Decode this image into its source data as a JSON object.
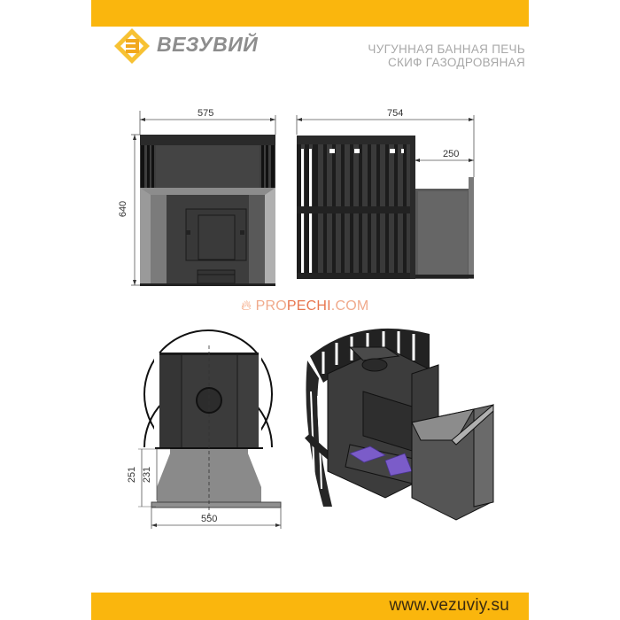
{
  "header": {
    "brand_name": "ВЕЗУВИЙ",
    "subtitle_line1": "ЧУГУННАЯ БАННАЯ ПЕЧЬ",
    "subtitle_line2": "СКИФ ГАЗОДРОВЯНАЯ",
    "accent_color": "#FAB60D"
  },
  "drawings": {
    "front_view": {
      "width_label": "575",
      "height_label": "640"
    },
    "side_view": {
      "depth_label": "754",
      "tunnel_label": "250"
    },
    "top_view": {
      "height_outer_label": "251",
      "height_inner_label": "231",
      "base_width_label": "550"
    },
    "isometric_view": {
      "grate_color": "#7b5cc9"
    }
  },
  "watermark": {
    "part1": "PRO",
    "part2": "PECHI",
    "part3": ".COM"
  },
  "footer": {
    "url": "www.vezuviy.su"
  }
}
